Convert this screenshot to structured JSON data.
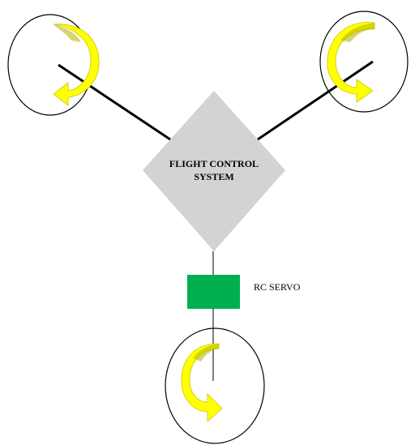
{
  "diagram": {
    "fcs_label_line1": "FLIGHT CONTROL",
    "fcs_label_line2": "SYSTEM",
    "servo_label": "RC SERVO"
  },
  "colors": {
    "fcs_fill": "#d3d3d3",
    "servo_fill": "#00b050",
    "rotation_arrow_fill": "#ffff00",
    "rotation_arrow_shade": "#b3b300",
    "arm_stroke": "#000000",
    "rotor_circle_stroke": "#000000"
  },
  "rotors": [
    {
      "name": "rotor-top-left",
      "spin_icon": "rotate-counter-clockwise-icon"
    },
    {
      "name": "rotor-top-right",
      "spin_icon": "rotate-clockwise-icon"
    },
    {
      "name": "rotor-bottom",
      "spin_icon": "rotate-clockwise-icon"
    }
  ]
}
